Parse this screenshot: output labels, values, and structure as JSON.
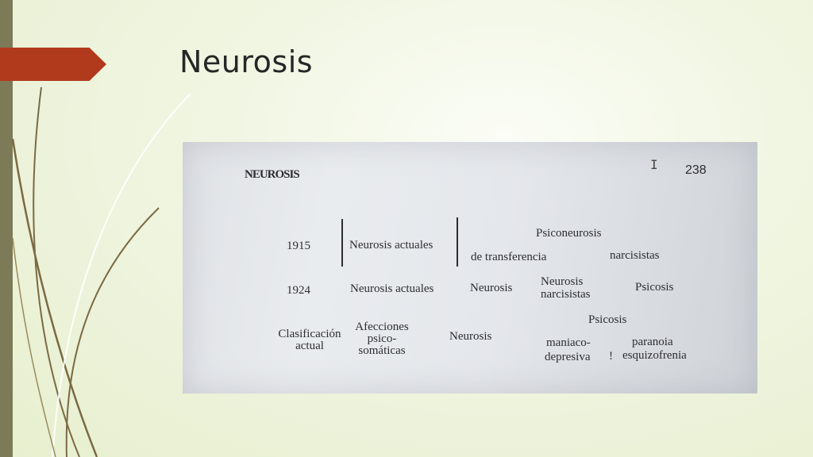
{
  "slide": {
    "title": "Neurosis",
    "colors": {
      "background": "#eef3dc",
      "left_strip": "#7d7a58",
      "title_tab": "#b23a1c",
      "swoosh": "#7a6a43",
      "swoosh_light": "#ffffff"
    }
  },
  "photo": {
    "page_heading": "NEUROSIS",
    "page_number": "238",
    "cursor_glyph": "I",
    "row_1915": {
      "year": "1915",
      "col1": "Neurosis actuales",
      "psiconeurosis": "Psiconeurosis",
      "transferencia": "de transferencia",
      "narcisistas": "narcisistas"
    },
    "row_1924": {
      "year": "1924",
      "col1": "Neurosis actuales",
      "col2": "Neurosis",
      "col3_line1": "Neurosis",
      "col3_line2": "narcisistas",
      "col4": "Psicosis"
    },
    "row_actual": {
      "label_line1": "Clasificación",
      "label_line2": "actual",
      "afecciones_line1": "Afecciones",
      "afecciones_line2": "psico-",
      "afecciones_line3": "somáticas",
      "neurosis": "Neurosis",
      "psicosis": "Psicosis",
      "maniaco": "maniaco-",
      "depresiva": "depresiva",
      "separator": "!",
      "paranoia": "paranoia",
      "esquizofrenia": "esquizofrenia"
    }
  }
}
